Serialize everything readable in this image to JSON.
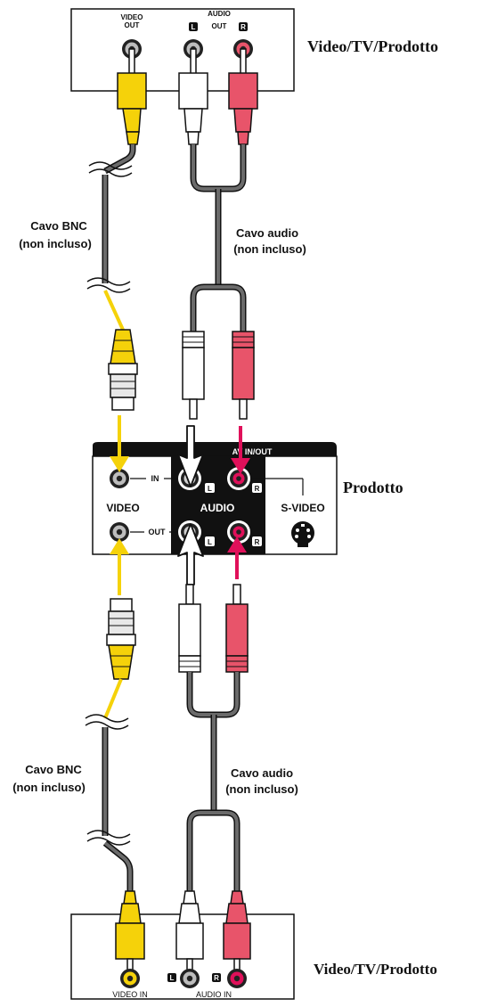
{
  "top_device": {
    "label": "Video/TV/Prodotto",
    "video_out": [
      "VIDEO",
      "OUT"
    ],
    "audio_out": [
      "AUDIO",
      "OUT"
    ],
    "left_badge": "L",
    "right_badge": "R"
  },
  "cables": {
    "bnc_top": [
      "Cavo BNC",
      "(non incluso)"
    ],
    "audio_top": [
      "Cavo audio",
      "(non incluso)"
    ],
    "bnc_bottom": [
      "Cavo BNC",
      "(non incluso)"
    ],
    "audio_bottom": [
      "Cavo audio",
      "(non incluso)"
    ]
  },
  "product": {
    "label": "Prodotto",
    "av_header": "AV IN/OUT",
    "in_label": "IN",
    "out_label": "OUT",
    "video_label": "VIDEO",
    "audio_label": "AUDIO",
    "svideo_label": "S-VIDEO",
    "left_badge": "L",
    "right_badge": "R"
  },
  "bottom_device": {
    "label": "Video/TV/Prodotto",
    "video_in": "VIDEO IN",
    "audio_in": "AUDIO IN",
    "left_badge": "L",
    "right_badge": "R"
  },
  "colors": {
    "yellow": "#f5d20a",
    "white": "#ffffff",
    "red": "#e8546a",
    "magenta": "#e0105a",
    "cable_gray": "#6b6b6b",
    "dark": "#111111"
  }
}
